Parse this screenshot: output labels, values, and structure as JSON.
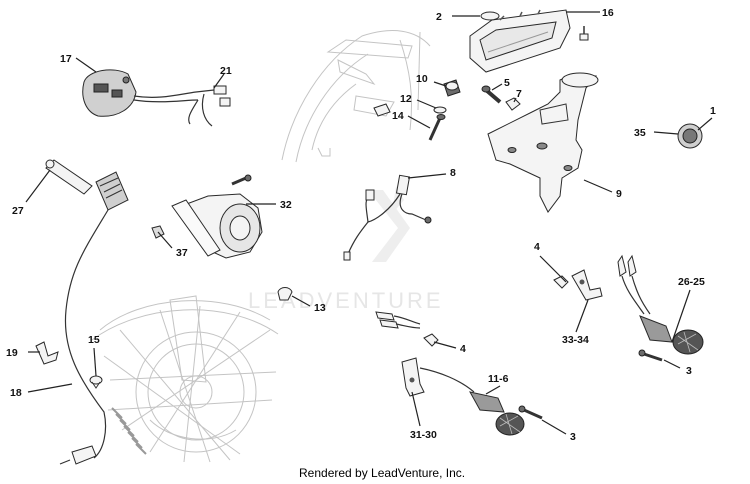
{
  "footer": "Rendered by LeadVenture, Inc.",
  "watermark": "LEADVENTURE",
  "callouts": {
    "c1": "1",
    "c2": "2",
    "c3a": "3",
    "c3b": "3",
    "c4a": "4",
    "c4b": "4",
    "c5": "5",
    "c7": "7",
    "c8": "8",
    "c9": "9",
    "c10": "10",
    "c11_6": "11-6",
    "c12": "12",
    "c13": "13",
    "c14": "14",
    "c15": "15",
    "c16": "16",
    "c17": "17",
    "c18": "18",
    "c19": "19",
    "c21": "21",
    "c26_25": "26-25",
    "c27": "27",
    "c31_30": "31-30",
    "c32": "32",
    "c33_34": "33-34",
    "c35": "35",
    "c37": "37"
  }
}
